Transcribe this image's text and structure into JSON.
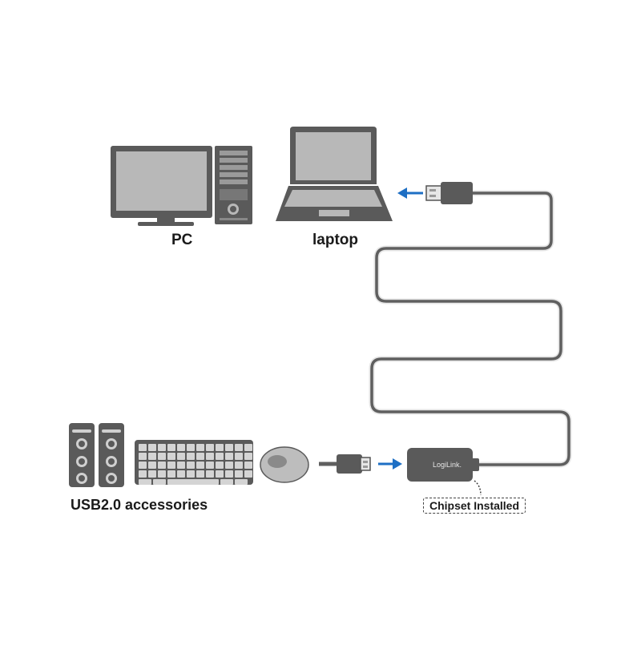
{
  "labels": {
    "pc": "PC",
    "laptop": "laptop",
    "accessories": "USB2.0 accessories",
    "chipset": "Chipset Installed",
    "adapter_brand": "LogiLink."
  },
  "colors": {
    "device_body": "#5a5a5a",
    "screen": "#b8b8b8",
    "cable": "#5f5f5f",
    "arrow": "#1e6fc4",
    "accessory_light": "#cfcfcf"
  }
}
